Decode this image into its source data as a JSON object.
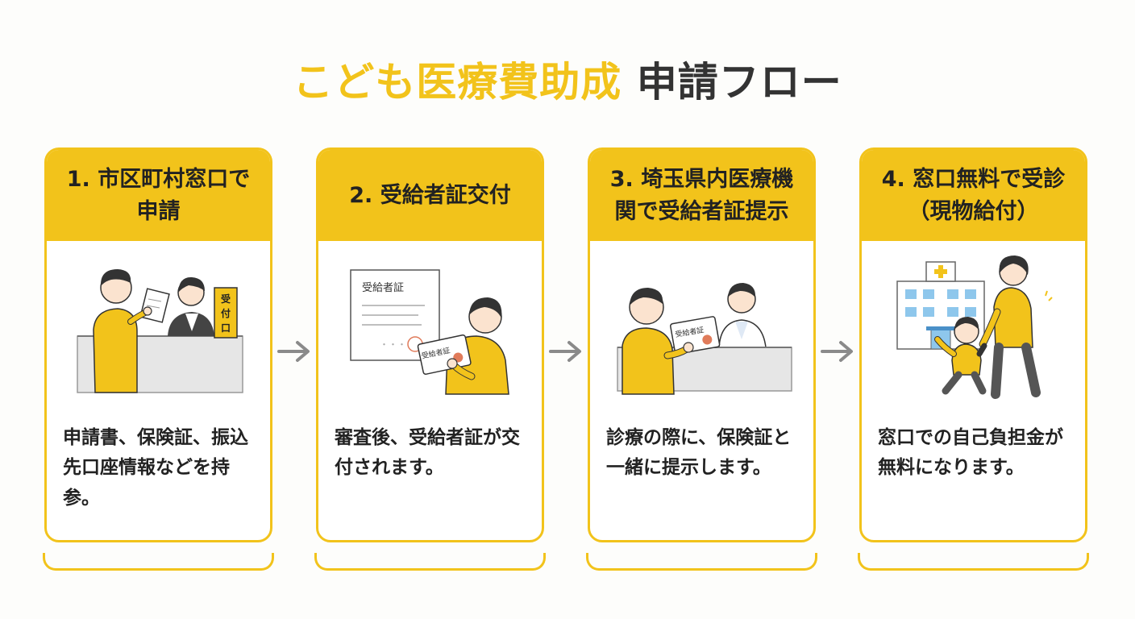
{
  "title": {
    "accent": "こども医療費助成",
    "rest": "申請フロー"
  },
  "colors": {
    "accent": "#f2c31b",
    "text": "#222222",
    "arrow": "#8a8a8a"
  },
  "steps": [
    {
      "title": "1. 市区町村窓口で申請",
      "text": "申請書、保険証、振込先口座情報などを持参。",
      "sign": "受付口"
    },
    {
      "title": "2. 受給者証交付",
      "text": "審査後、受給者証が交付されます。",
      "doc_label": "受給者証",
      "card_label": "受給者証"
    },
    {
      "title": "3. 埼玉県内医療機関で受給者証提示",
      "text": "診療の際に、保険証と一緒に提示します。",
      "card_label": "受給者証"
    },
    {
      "title": "4. 窓口無料で受診（現物給付）",
      "text": "窓口での自己負担金が無料になります。"
    }
  ]
}
